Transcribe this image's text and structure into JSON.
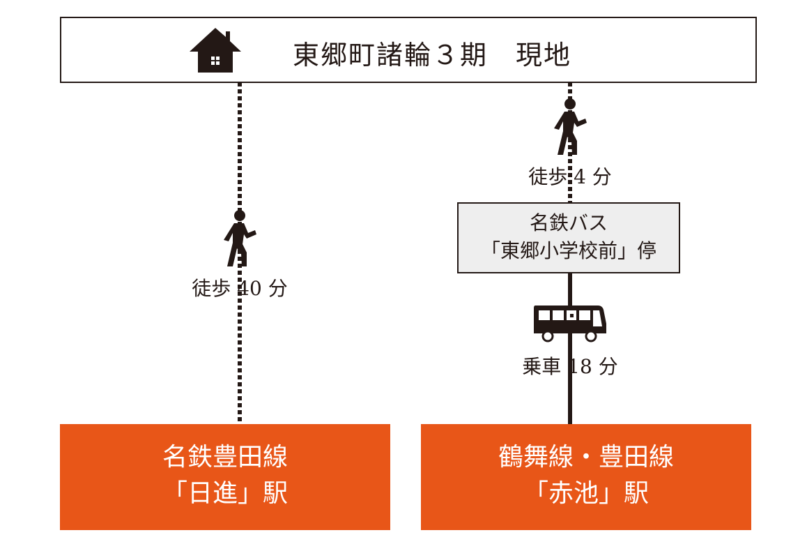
{
  "site": {
    "title": "東郷町諸輪３期　現地",
    "icon": "house-icon"
  },
  "left_route": {
    "walk_label": "徒歩 40 分",
    "station_line1": "名鉄豊田線",
    "station_line2": "「日進」駅"
  },
  "right_route": {
    "walk_label": "徒歩 4 分",
    "bus_stop_line1": "名鉄バス",
    "bus_stop_line2": "「東郷小学校前」停",
    "bus_label": "乗車 18 分",
    "station_line1": "鶴舞線・豊田線",
    "station_line2": "「赤池」駅"
  },
  "colors": {
    "station": "#E85618",
    "ink": "#231815",
    "stop_fill": "#eeeeee"
  }
}
